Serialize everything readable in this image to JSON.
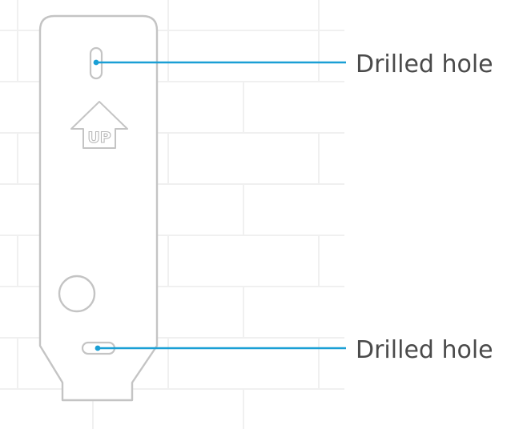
{
  "colors": {
    "background": "#ffffff",
    "brick_lines": "#f0f0f0",
    "plate_stroke": "#c4c4c4",
    "plate_fill": "#ffffff",
    "callout": "#1a9fd5",
    "label_text": "#4a4a4a"
  },
  "plate": {
    "arrow_label": "UP",
    "arrow_icon": "up-arrow-icon",
    "round_hole_icon": "circle-icon"
  },
  "callouts": [
    {
      "label": "Drilled hole"
    },
    {
      "label": "Drilled hole"
    }
  ]
}
